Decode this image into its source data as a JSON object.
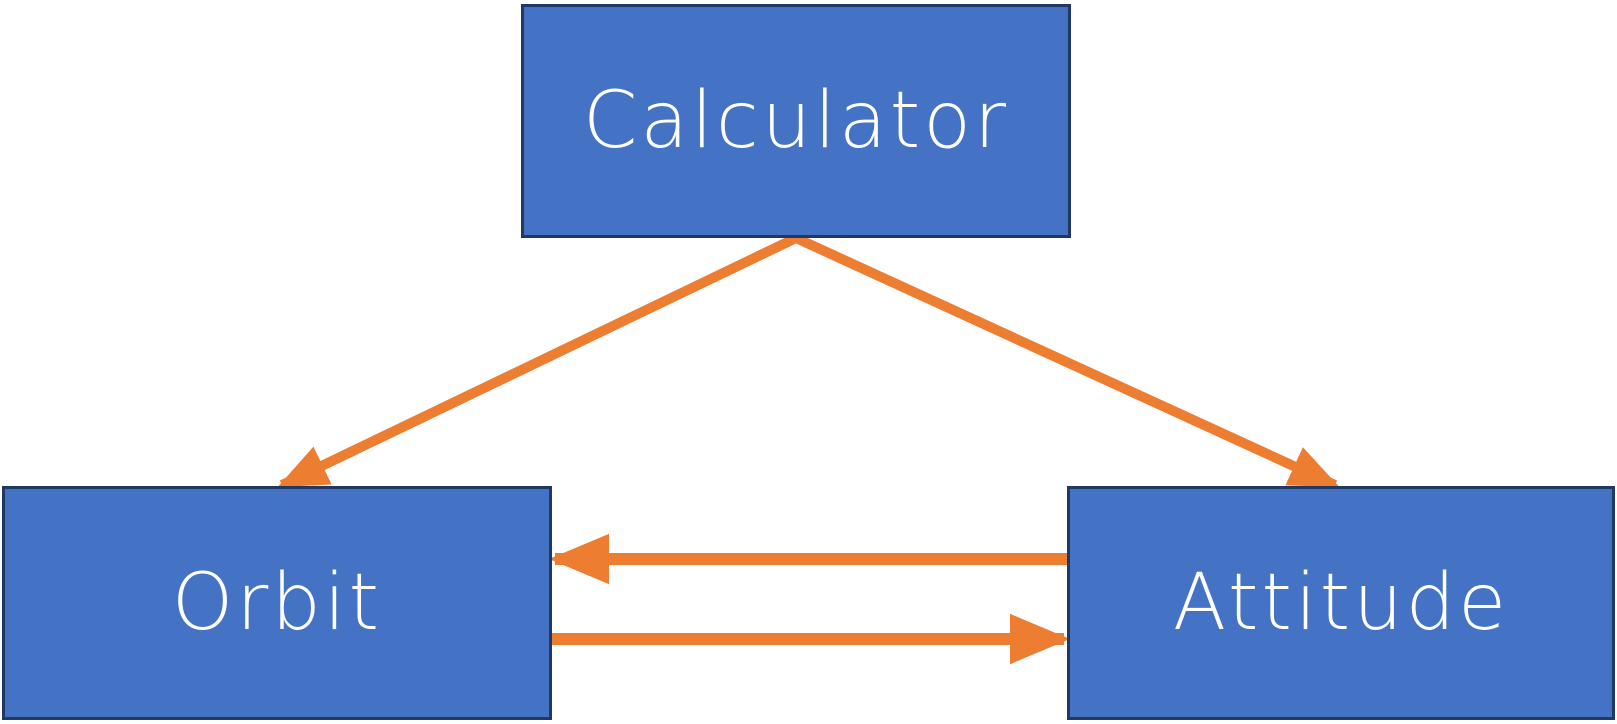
{
  "colors": {
    "box_fill": "#4472c4",
    "box_border": "#1f3864",
    "arrow": "#ed7d31",
    "label": "#ffffff"
  },
  "nodes": {
    "calculator": {
      "label": "Calculator"
    },
    "orbit": {
      "label": "Orbit"
    },
    "attitude": {
      "label": "Attitude"
    }
  },
  "edges": [
    {
      "from": "calculator",
      "to": "orbit"
    },
    {
      "from": "calculator",
      "to": "attitude"
    },
    {
      "from": "attitude",
      "to": "orbit"
    },
    {
      "from": "orbit",
      "to": "attitude"
    }
  ]
}
